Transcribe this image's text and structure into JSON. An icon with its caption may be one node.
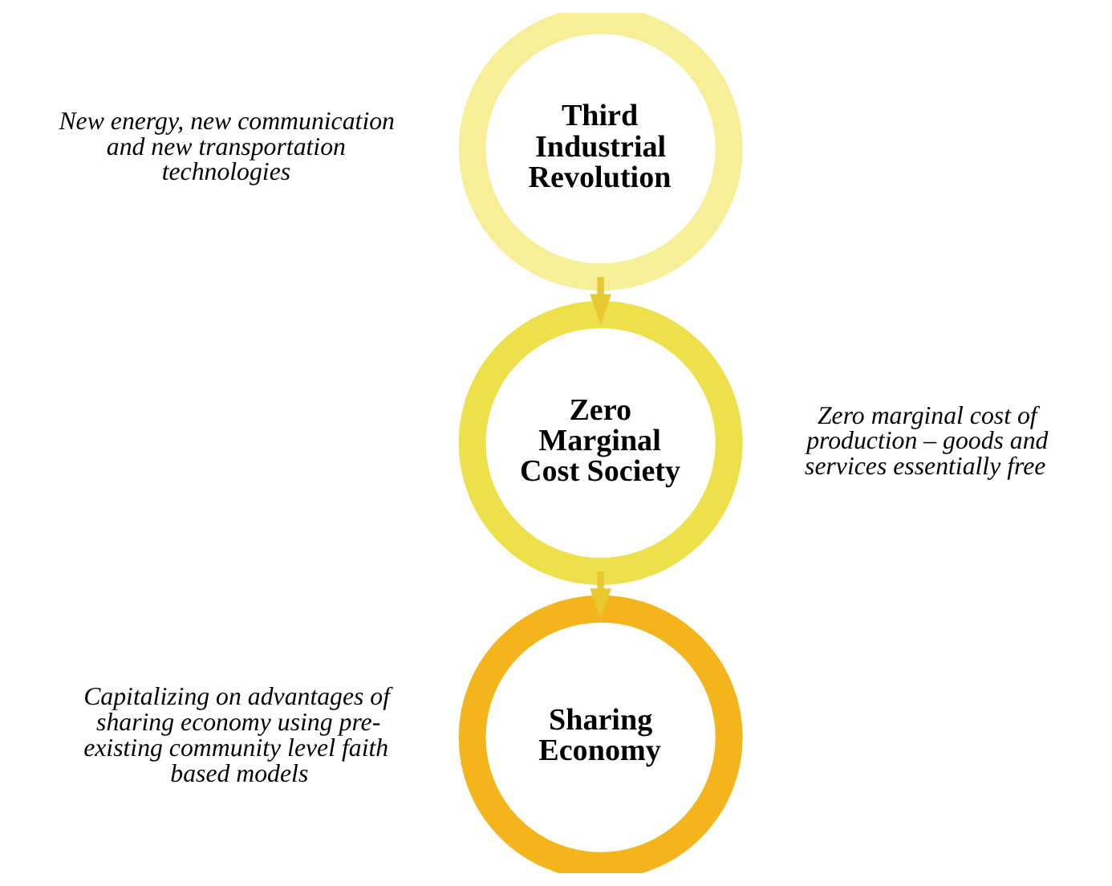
{
  "diagram": {
    "nodes": [
      {
        "text": [
          "Third Industrial Revolution"
        ],
        "beside": [
          "New energy, new communication and new transportation technologies"
        ]
      },
      {
        "text": [
          "Zero Marginal Cost Society"
        ],
        "beside": [
          "Zero marginal cost of production – goods and services essentially free"
        ]
      },
      {
        "text": [
          "Sharing Economy"
        ],
        "beside": [
          "Capitalizing on advantages of sharing economy using pre-existing community level faith based models"
        ]
      }
    ],
    "edges": [
      {
        "from": 0,
        "to": 1,
        "arrow": "to"
      },
      {
        "from": 1,
        "to": 2,
        "arrow": "to"
      }
    ]
  }
}
